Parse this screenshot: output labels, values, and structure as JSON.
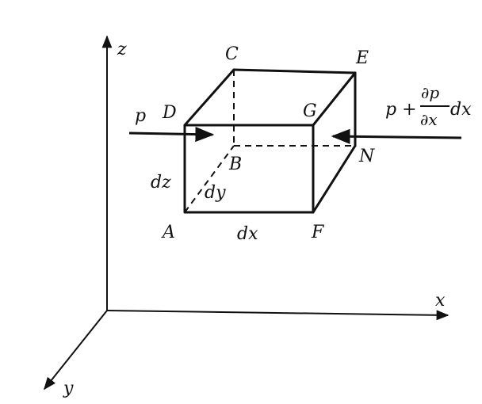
{
  "axes": {
    "x": "x",
    "y": "y",
    "z": "z"
  },
  "vertices": {
    "A": "A",
    "B": "B",
    "C": "C",
    "D": "D",
    "E": "E",
    "F": "F",
    "G": "G",
    "N": "N"
  },
  "dimensions": {
    "dx": "dx",
    "dy": "dy",
    "dz": "dz"
  },
  "forces": {
    "left": "p",
    "right_prefix": "p +",
    "right_num": "∂p",
    "right_den": "∂x",
    "right_suffix": "dx"
  }
}
